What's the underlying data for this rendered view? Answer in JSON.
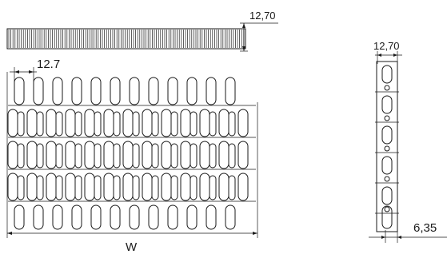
{
  "drawing": {
    "top_thickness_label": "12,70",
    "pitch_label_top": "12.7",
    "width_label": "W",
    "side_pitch_label": "12,70",
    "side_thickness_label": "6,35"
  }
}
